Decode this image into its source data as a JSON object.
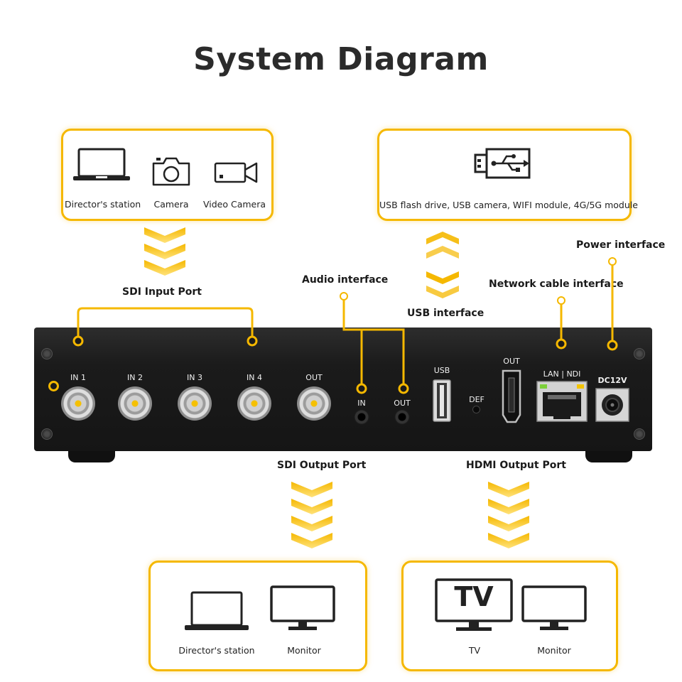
{
  "title": "System Diagram",
  "colors": {
    "accent": "#f5b800",
    "device": "#1b1b1b",
    "text": "#2b2b2b"
  },
  "top_left_box": {
    "items": [
      {
        "icon": "laptop-icon",
        "label": "Director's station"
      },
      {
        "icon": "camera-icon",
        "label": "Camera"
      },
      {
        "icon": "video-camera-icon",
        "label": "Video Camera"
      }
    ]
  },
  "top_right_box": {
    "icon": "usb-drive-icon",
    "label": "USB flash drive, USB camera, WIFI module, 4G/5G module"
  },
  "bottom_left_box": {
    "items": [
      {
        "icon": "laptop-icon",
        "label": "Director's station"
      },
      {
        "icon": "monitor-icon",
        "label": "Monitor"
      }
    ]
  },
  "bottom_right_box": {
    "items": [
      {
        "icon": "tv-icon",
        "label": "TV",
        "icon_text": "TV"
      },
      {
        "icon": "monitor-icon",
        "label": "Monitor"
      }
    ]
  },
  "callouts": {
    "sdi_input": "SDI Input Port",
    "audio": "Audio interface",
    "usb": "USB interface",
    "network": "Network cable interface",
    "power": "Power interface",
    "sdi_output": "SDI Output Port",
    "hdmi_output": "HDMI Output Port"
  },
  "device": {
    "sdi_ports": [
      "IN 1",
      "IN 2",
      "IN 3",
      "IN 4",
      "OUT"
    ],
    "audio_ports": [
      "IN",
      "OUT"
    ],
    "usb": "USB",
    "def": "DEF",
    "hdmi": "OUT",
    "lan": "LAN | NDI",
    "power": "DC12V"
  }
}
